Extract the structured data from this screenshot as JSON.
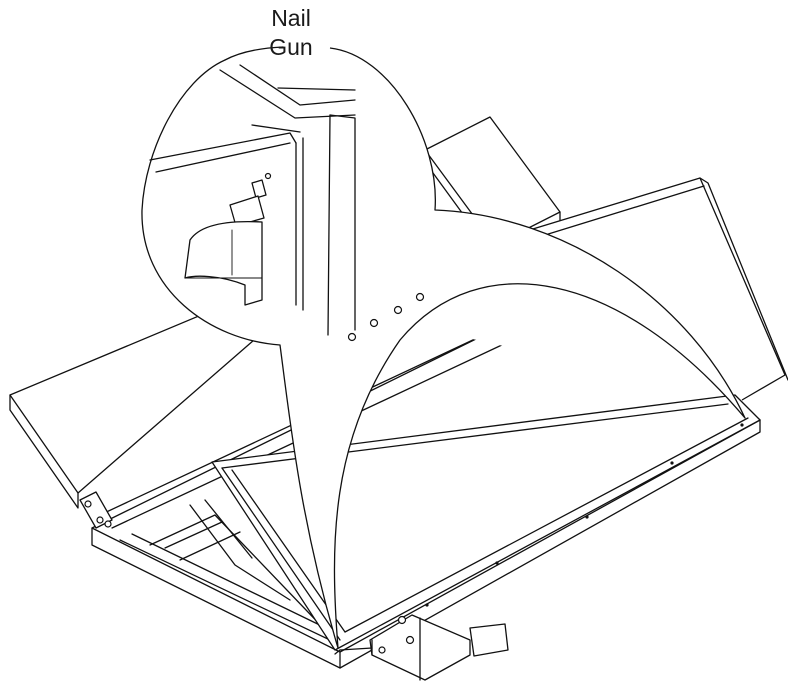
{
  "callout": {
    "line1": "Nail",
    "line2": "Gun"
  },
  "icons": {
    "main": "door-frame-assembly-table",
    "detail": "nail-gun-magnified-detail"
  }
}
